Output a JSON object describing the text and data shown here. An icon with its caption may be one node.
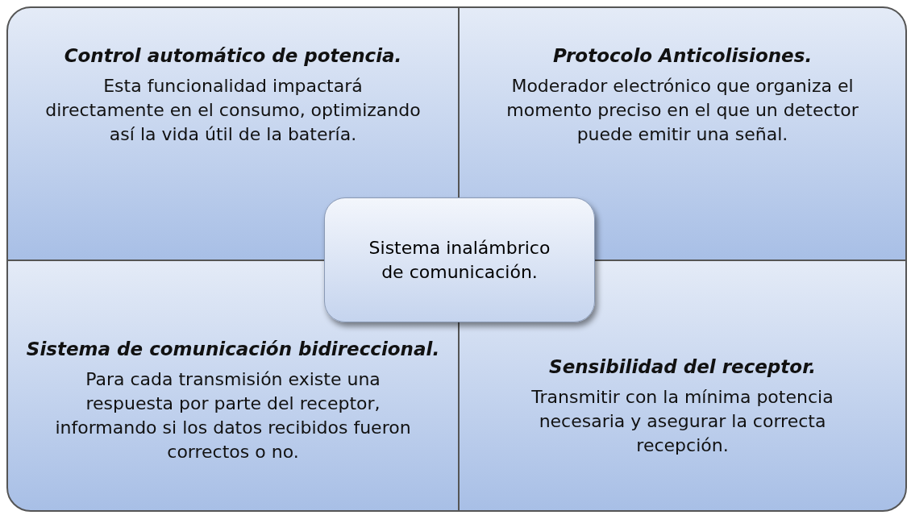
{
  "diagram": {
    "nodes": [
      {
        "text": [
          "Control automático de potencia.",
          "Esta funcionalidad impactará directamente en el consumo, optimizando así la vida útil de la batería."
        ]
      },
      {
        "text": [
          "Protocolo Anticolisiones.",
          "Moderador electrónico que organiza el momento preciso en el que un detector puede emitir una señal."
        ]
      },
      {
        "text": [
          "Sistema inalámbrico de comunicación."
        ]
      },
      {
        "text": [
          "Sistema de comunicación bidireccional.",
          "Para cada transmisión existe una respuesta por parte del receptor, informando si los datos recibidos fueron correctos o no."
        ]
      },
      {
        "text": [
          "Sensibilidad del receptor.",
          "Transmitir con la mínima potencia necesaria y asegurar la correcta recepción."
        ]
      }
    ],
    "edges": []
  }
}
